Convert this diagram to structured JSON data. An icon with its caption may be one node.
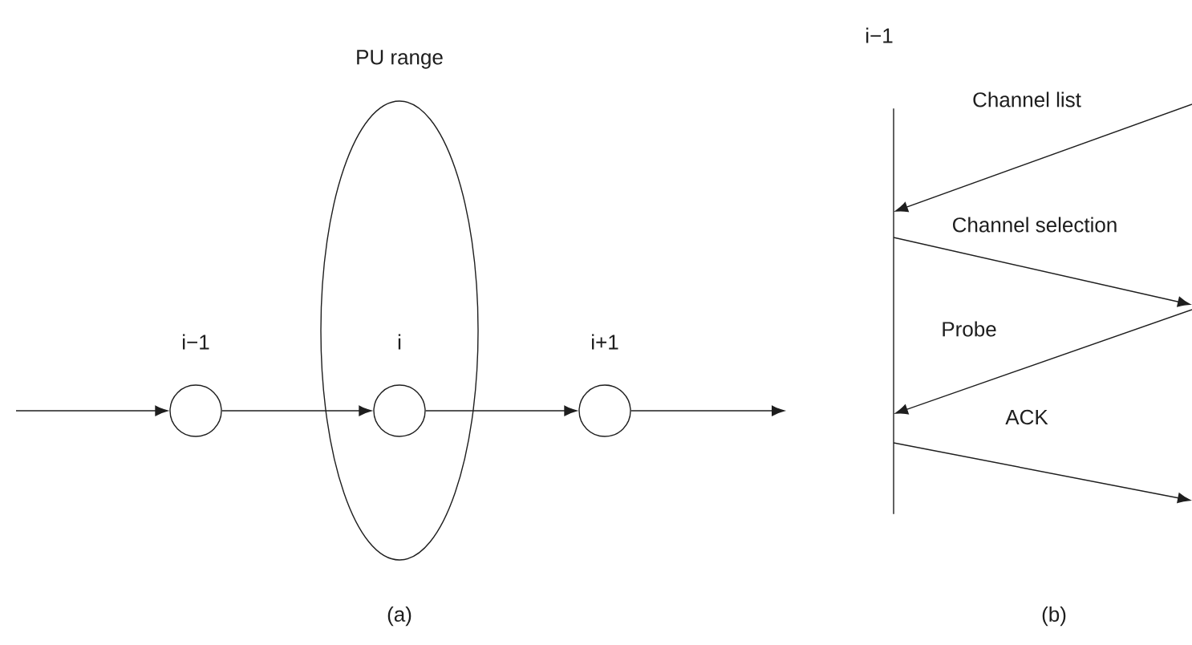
{
  "diagram": {
    "nodes": [
      {
        "text": [
          "PU range"
        ]
      },
      {
        "text": [
          "i−1"
        ]
      },
      {
        "text": [
          "i"
        ],
        "in": 0
      },
      {
        "text": [
          "i+1"
        ]
      },
      {
        "text": [
          "i−1"
        ]
      }
    ],
    "edges": [
      {
        "from": null,
        "to": 1,
        "arrow": "to"
      },
      {
        "from": 1,
        "to": 2,
        "arrow": "to"
      },
      {
        "from": 2,
        "to": 3,
        "arrow": "to"
      },
      {
        "from": 3,
        "to": null,
        "arrow": "to"
      },
      {
        "from": null,
        "to": 4,
        "arrow": "to",
        "label": "Channel list"
      },
      {
        "from": 4,
        "to": null,
        "arrow": "to",
        "label": "Channel selection"
      },
      {
        "from": null,
        "to": 4,
        "arrow": "to",
        "label": "Probe"
      },
      {
        "from": 4,
        "to": null,
        "arrow": "to",
        "label": "ACK"
      }
    ],
    "labels": [
      "(a)",
      "(b)"
    ]
  }
}
